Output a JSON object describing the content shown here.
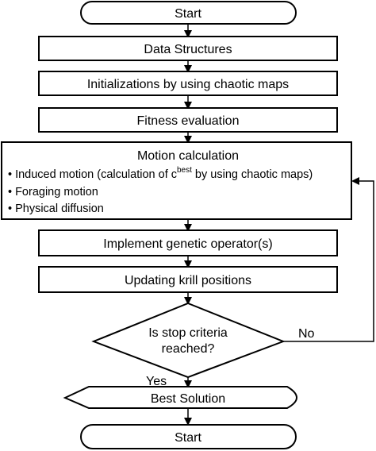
{
  "nodes": {
    "start": "Start",
    "data_structures": "Data Structures",
    "initializations": "Initializations by using chaotic maps",
    "fitness": "Fitness evaluation",
    "motion": {
      "title": "Motion calculation",
      "bullet": "•",
      "item1_pre": "Induced motion (calculation of c",
      "item1_sup": "best",
      "item1_post": " by using chaotic maps)",
      "item2": "Foraging motion",
      "item3": "Physical diffusion"
    },
    "genetic": "Implement genetic operator(s)",
    "updating": "Updating krill positions",
    "decision": {
      "line1": "Is stop criteria",
      "line2": "reached?"
    },
    "best": "Best Solution",
    "end": "Start"
  },
  "labels": {
    "no": "No",
    "yes": "Yes"
  }
}
